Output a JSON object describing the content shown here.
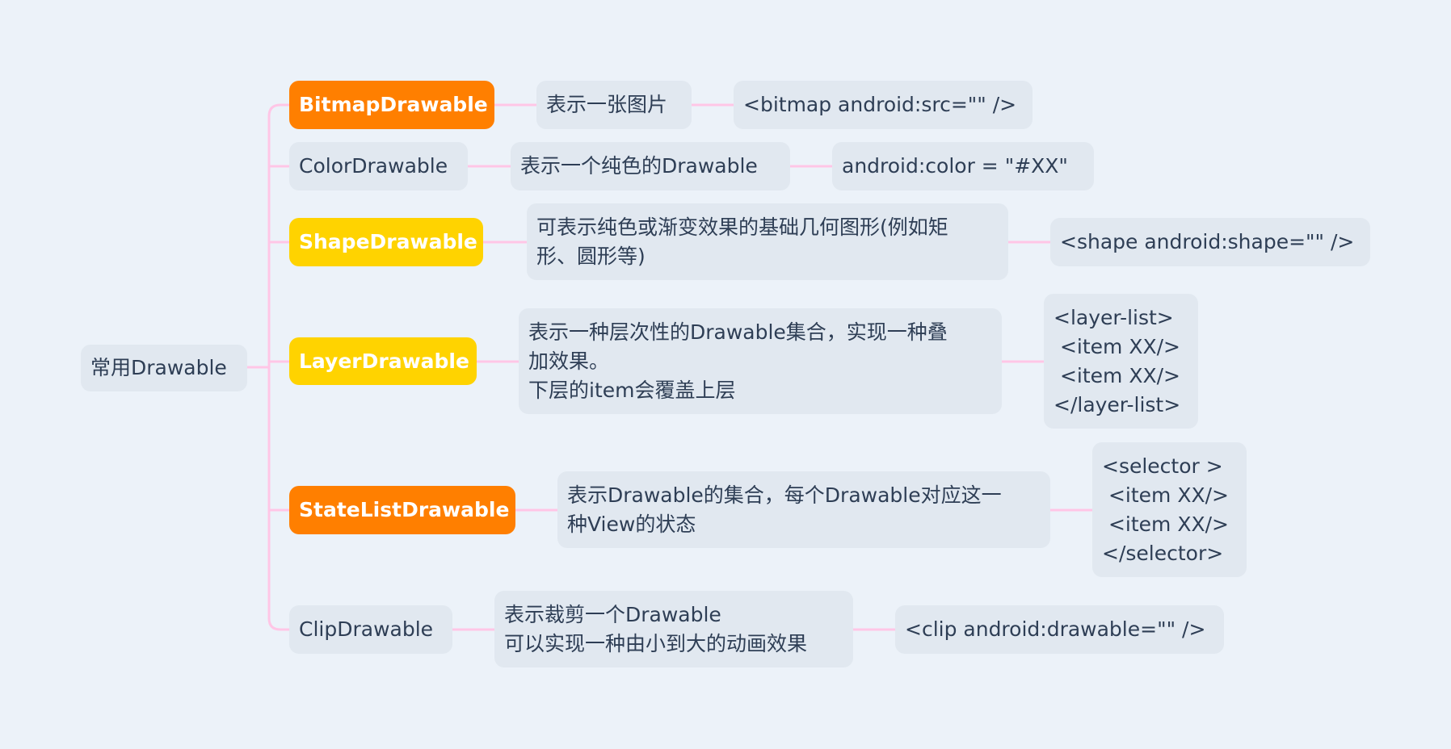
{
  "colors": {
    "background": "#ecf2f9",
    "node": "#e1e8f0",
    "orange": "#ff7f00",
    "yellow": "#ffd300",
    "connector": "#ffc6e6",
    "text": "#2e3e55"
  },
  "root": {
    "label": "常用Drawable"
  },
  "branches": [
    {
      "name": "BitmapDrawable",
      "highlight": "orange",
      "description": "表示一张图片",
      "code": "<bitmap android:src=\"\" />"
    },
    {
      "name": "ColorDrawable",
      "highlight": "none",
      "description": "表示一个纯色的Drawable",
      "code": "android:color = \"#XX\""
    },
    {
      "name": "ShapeDrawable",
      "highlight": "yellow",
      "description": "可表示纯色或渐变效果的基础几何图形(例如矩\n形、圆形等)",
      "code": "<shape android:shape=\"\" />"
    },
    {
      "name": "LayerDrawable",
      "highlight": "yellow",
      "description": "表示一种层次性的Drawable集合，实现一种叠\n加效果。\n下层的item会覆盖上层",
      "code": "<layer-list>\n <item XX/>\n <item XX/>\n</layer-list>"
    },
    {
      "name": "StateListDrawable",
      "highlight": "orange",
      "description": "表示Drawable的集合，每个Drawable对应这一\n种View的状态",
      "code": "<selector >\n <item XX/>\n <item XX/>\n</selector>"
    },
    {
      "name": "ClipDrawable",
      "highlight": "none",
      "description": "表示裁剪一个Drawable\n可以实现一种由小到大的动画效果",
      "code": "<clip android:drawable=\"\" />"
    }
  ]
}
